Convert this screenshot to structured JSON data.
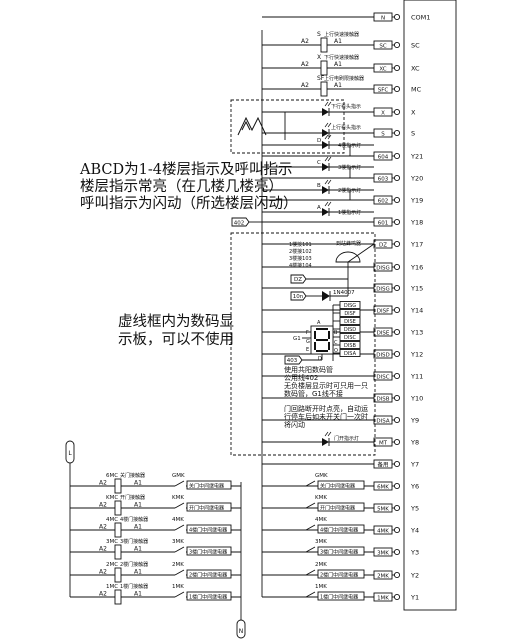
{
  "pins_right": [
    {
      "label": "COM1",
      "tag": "N"
    },
    {
      "label": "SC",
      "tag": "SC"
    },
    {
      "label": "XC",
      "tag": "XC"
    },
    {
      "label": "MC",
      "tag": "SFC"
    },
    {
      "label": "X",
      "tag": "X"
    },
    {
      "label": "S",
      "tag": "S"
    },
    {
      "label": "Y21",
      "tag": "604"
    },
    {
      "label": "Y20",
      "tag": "603"
    },
    {
      "label": "Y19",
      "tag": "602"
    },
    {
      "label": "Y18",
      "tag": "601"
    },
    {
      "label": "Y17",
      "tag": "DZ"
    },
    {
      "label": "Y16",
      "tag": "DISG"
    },
    {
      "label": "Y15",
      "tag": "DISG"
    },
    {
      "label": "Y14",
      "tag": "DISF"
    },
    {
      "label": "Y13",
      "tag": "DISE"
    },
    {
      "label": "Y12",
      "tag": "DISD"
    },
    {
      "label": "Y11",
      "tag": "DISC"
    },
    {
      "label": "Y10",
      "tag": "DISB"
    },
    {
      "label": "Y9",
      "tag": "DISA"
    },
    {
      "label": "Y8",
      "tag": "MT"
    },
    {
      "label": "Y7",
      "tag": "备用"
    },
    {
      "label": "Y6",
      "tag": "6MK"
    },
    {
      "label": "Y5",
      "tag": "5MK"
    },
    {
      "label": "Y4",
      "tag": "4MK"
    },
    {
      "label": "Y3",
      "tag": "3MK"
    },
    {
      "label": "Y2",
      "tag": "2MK"
    },
    {
      "label": "Y1",
      "tag": "1MK"
    }
  ],
  "top_contactors": [
    {
      "code": "S",
      "name": "上行快速接触器",
      "a1": "A1",
      "a2": "A2"
    },
    {
      "code": "X",
      "name": "下行快速接触器",
      "a1": "A1",
      "a2": "A2"
    },
    {
      "code": "SF",
      "name": "上行电刷限接触器",
      "a1": "A1",
      "a2": "A2"
    }
  ],
  "arrow_labels": [
    "下行看头指示",
    "上行看头指示"
  ],
  "floor_leds": [
    {
      "letter": "D",
      "label": "4楼指示灯"
    },
    {
      "letter": "C",
      "label": "3楼指示灯"
    },
    {
      "letter": "B",
      "label": "2楼指示灯"
    },
    {
      "letter": "A",
      "label": "1楼指示灯"
    }
  ],
  "tag_402": "402",
  "note_floor": [
    "ABCD为1-4楼层指示及呼叫指示",
    "楼层指示常亮（在几楼几楼亮）",
    "呼叫指示为闪动（所选楼层闪动）"
  ],
  "note_dashed": [
    "虚线框内为数码显",
    "示板，可以不使用"
  ],
  "buzzer": {
    "title": "到站蜂鸣器",
    "floors": [
      "1楼接101",
      "2楼接102",
      "3楼接103",
      "4楼接104"
    ],
    "dz": "DZ",
    "r10": "10n",
    "diode": "1N4007"
  },
  "seg_tags": [
    "DISG",
    "DISF",
    "DISE",
    "DISD",
    "DISC",
    "DISB",
    "DISA"
  ],
  "seg_letters": [
    "A",
    "F",
    "G",
    "B",
    "E",
    "C",
    "D",
    "O"
  ],
  "tag_G1": "G1",
  "tag_403": "403",
  "note_display": [
    "使用共阳数码管",
    "公用线402",
    "无负楼层显示时可只用一只",
    "数码管，G1线不接",
    "",
    "门回路断开时点亮，自动运",
    "行停车后如未开关门一次时",
    "将闪动"
  ],
  "door_led": "门开指示灯",
  "left_contactors": [
    {
      "code": "6MC",
      "name": "关门接触器",
      "km": "GMK",
      "relay": "关门中间继电器",
      "rtag": "GMK"
    },
    {
      "code": "KMC",
      "name": "开门接触器",
      "km": "KMK",
      "relay": "开门中间继电器",
      "rtag": "KMK"
    },
    {
      "code": "4MC",
      "name": "4楼门接触器",
      "km": "4MK",
      "relay": "4楼门中间继电器",
      "rtag": "4MK"
    },
    {
      "code": "3MC",
      "name": "3楼门接触器",
      "km": "3MK",
      "relay": "3楼门中间继电器",
      "rtag": "3MK"
    },
    {
      "code": "2MC",
      "name": "2楼门接触器",
      "km": "2MK",
      "relay": "2楼门中间继电器",
      "rtag": "2MK"
    },
    {
      "code": "1MC",
      "name": "1楼门接触器",
      "km": "1MK",
      "relay": "1楼门中间继电器",
      "rtag": "1MK"
    }
  ],
  "right_relays": [
    {
      "code": "GMK",
      "relay": "关门中间继电器"
    },
    {
      "code": "KMK",
      "relay": "开门中间继电器"
    },
    {
      "code": "4MK",
      "relay": "4楼门中间继电器"
    },
    {
      "code": "3MK",
      "relay": "3楼门中间继电器"
    },
    {
      "code": "2MK",
      "relay": "2楼门中间继电器"
    },
    {
      "code": "1MK",
      "relay": "1楼门中间继电器"
    }
  ],
  "a1": "A1",
  "a2": "A2",
  "bus_top": "L",
  "bus_bottom": "N"
}
